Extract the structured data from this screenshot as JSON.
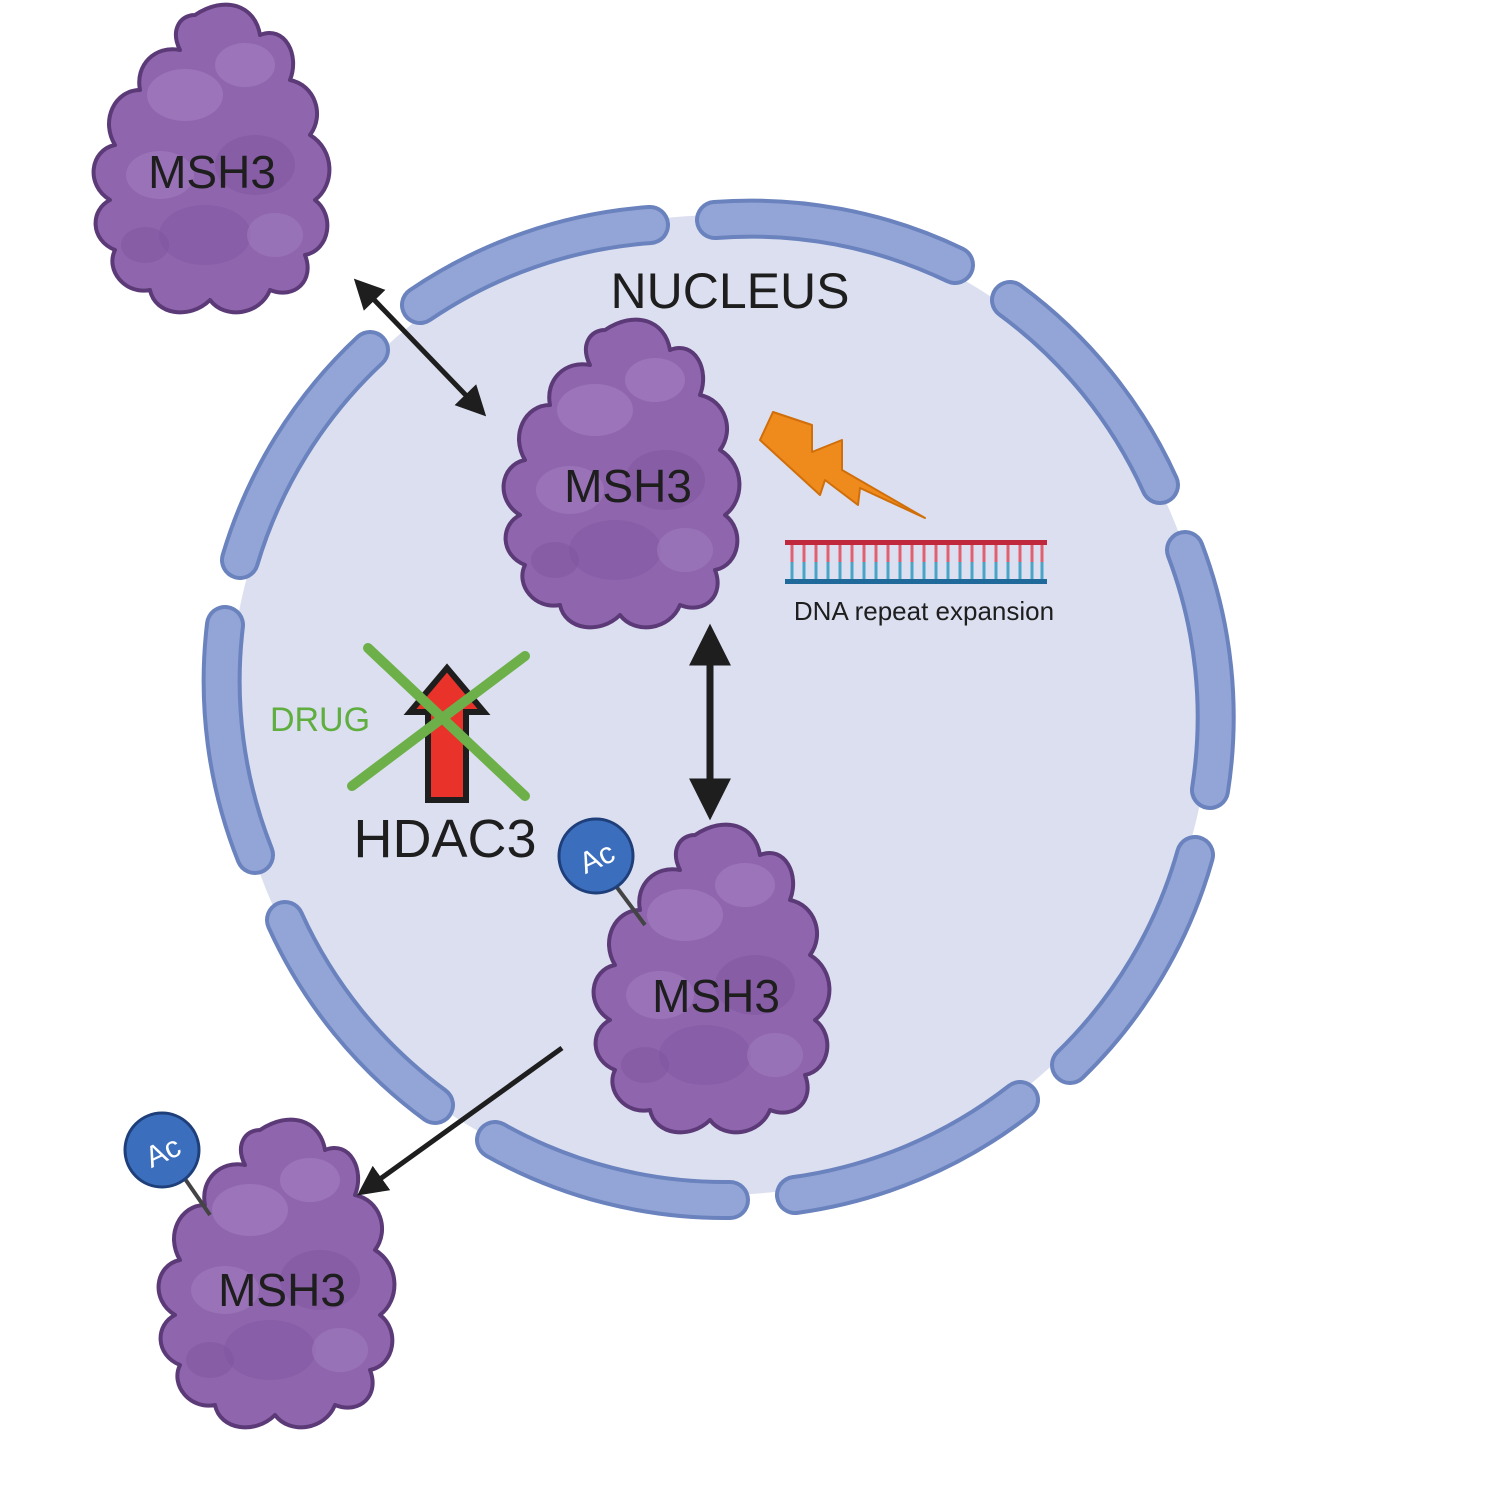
{
  "nucleus": {
    "label": "NUCLEUS"
  },
  "proteins": {
    "cytoplasm_top": "MSH3",
    "nuclear": "MSH3",
    "nuclear_acetylated": "MSH3",
    "cytoplasm_bottom": "MSH3"
  },
  "acetyl": {
    "label": "Ac"
  },
  "dna": {
    "label": "DNA repeat expansion"
  },
  "drug": {
    "label": "DRUG",
    "target": "HDAC3"
  },
  "colors": {
    "nucleus_fill": "#dbdff0",
    "envelope": "#93a5d6",
    "envelope_stroke": "#6a82bd",
    "protein": "#8f66ad",
    "protein_stroke": "#5b3a77",
    "ac_circle": "#3b6fbe",
    "arrow": "#1e1e1e",
    "up_arrow": "#e8322a",
    "cross": "#6db04a",
    "lightning": "#ef8a1c",
    "dna_top": "#c0283c",
    "dna_bottom": "#1f6a9a"
  },
  "icons": [
    "protein-blob-icon",
    "lightning-bolt-icon",
    "dna-strand-icon",
    "red-up-arrow-icon",
    "green-cross-icon",
    "acetyl-group-icon"
  ]
}
